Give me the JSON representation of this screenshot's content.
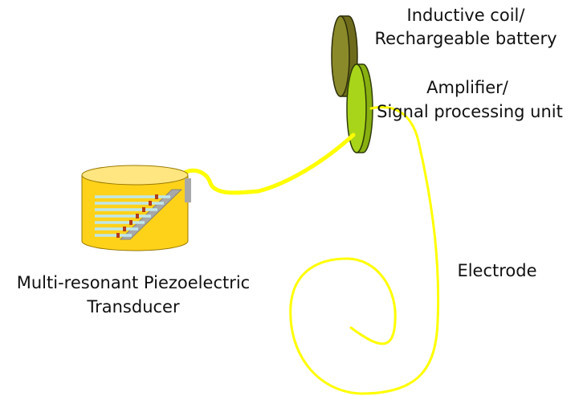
{
  "labels": {
    "battery_line1": "Inductive coil/",
    "battery_line2": "Rechargeable battery",
    "amplifier_line1": "Amplifier/",
    "amplifier_line2": "Signal processing unit",
    "electrode": "Electrode",
    "transducer_line1": "Multi-resonant Piezoelectric",
    "transducer_line2": "Transducer"
  },
  "colors": {
    "wire": "#ffff00",
    "battery_face": "#8a8a2a",
    "battery_side": "#6e6c1c",
    "amplifier_face": "#a8d41a",
    "amplifier_side": "#88b010",
    "transducer_body": "#ffd21a",
    "transducer_top": "#ffe680",
    "cantilever_beam": "#bfe6ea",
    "beam_base": "#a8a8a8",
    "proof_mass": "#b23a1a"
  },
  "components": {
    "power_source": {
      "icon": "coil-battery-disc"
    },
    "processing_unit": {
      "icon": "amplifier-disc"
    },
    "transducer": {
      "icon": "piezo-cantilever-array",
      "beam_count": 7
    },
    "electrode": {
      "icon": "spiral-electrode-lead"
    }
  }
}
